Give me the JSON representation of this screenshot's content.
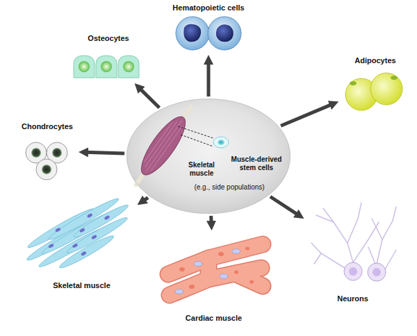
{
  "diagram": {
    "nodes": [
      {
        "text": [
          "Hematopoietic cells"
        ]
      },
      {
        "text": [
          "Osteocytes"
        ]
      },
      {
        "text": [
          "Adipocytes"
        ]
      },
      {
        "text": [
          "Chondrocytes"
        ]
      },
      {
        "text": [
          "Skeletal muscle",
          "Muscle-derived stem cells",
          "(e.g., side populations)"
        ]
      },
      {
        "text": [
          "Skeletal muscle"
        ]
      },
      {
        "text": [
          "Neurons"
        ]
      },
      {
        "text": [
          "Cardiac muscle"
        ]
      }
    ],
    "edges": [
      {
        "from": 4,
        "to": 0,
        "arrow": "to"
      },
      {
        "from": 4,
        "to": 1,
        "arrow": "to"
      },
      {
        "from": 4,
        "to": 2,
        "arrow": "to"
      },
      {
        "from": 4,
        "to": 3,
        "arrow": "to"
      },
      {
        "from": 4,
        "to": 5,
        "arrow": "to"
      },
      {
        "from": 4,
        "to": 6,
        "arrow": "to"
      },
      {
        "from": 4,
        "to": 7,
        "arrow": "to"
      }
    ]
  }
}
